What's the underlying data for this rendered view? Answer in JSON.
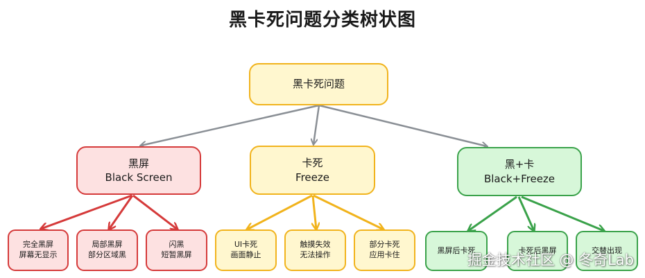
{
  "title": "黑卡死问题分类树状图",
  "colors": {
    "root_border": "#f1b31c",
    "black_branch": "#d53a3a",
    "freeze_branch": "#f1b31c",
    "mixed_branch": "#3aa24a",
    "root_edges": "#8a8f95"
  },
  "root": {
    "label": "黑卡死问题"
  },
  "branches": [
    {
      "line1": "黑屏",
      "line2": "Black Screen",
      "leaves": [
        {
          "line1": "完全黑屏",
          "line2": "屏幕无显示"
        },
        {
          "line1": "局部黑屏",
          "line2": "部分区域黑"
        },
        {
          "line1": "闪黑",
          "line2": "短暂黑屏"
        }
      ]
    },
    {
      "line1": "卡死",
      "line2": "Freeze",
      "leaves": [
        {
          "line1": "UI卡死",
          "line2": "画面静止"
        },
        {
          "line1": "触摸失效",
          "line2": "无法操作"
        },
        {
          "line1": "部分卡死",
          "line2": "应用卡住"
        }
      ]
    },
    {
      "line1": "黑+卡",
      "line2": "Black+Freeze",
      "leaves": [
        {
          "line1": "黑屏后卡死",
          "line2": ""
        },
        {
          "line1": "卡死后黑屏",
          "line2": ""
        },
        {
          "line1": "交替出现",
          "line2": ""
        }
      ]
    }
  ],
  "watermark": "掘金技术社区 @ 冬奇Lab"
}
